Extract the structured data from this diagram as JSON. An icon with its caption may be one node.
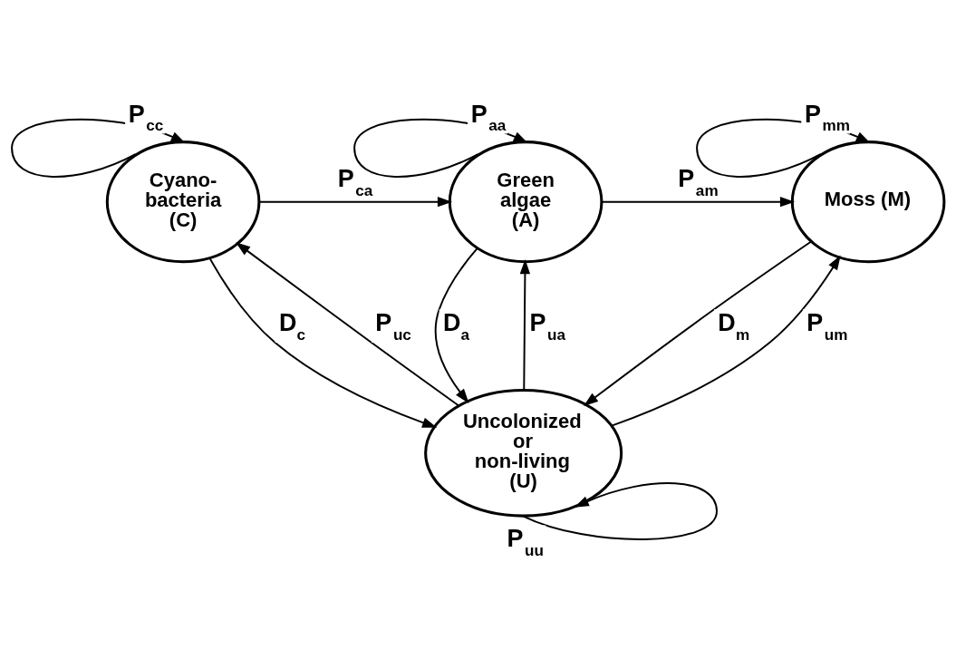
{
  "diagram": {
    "nodes": [
      {
        "text": [
          "Cyano- bacteria (C)"
        ]
      },
      {
        "text": [
          "Green algae (A)"
        ]
      },
      {
        "text": [
          "Moss (M)"
        ]
      },
      {
        "text": [
          "Uncolonized or non-living (U)"
        ]
      }
    ],
    "edges": [
      {
        "from": 0,
        "to": 0,
        "arrow": "to",
        "label": "P$_{cc}$"
      },
      {
        "from": 1,
        "to": 1,
        "arrow": "to",
        "label": "P$_{aa}$"
      },
      {
        "from": 2,
        "to": 2,
        "arrow": "to",
        "label": "P$_{mm}$"
      },
      {
        "from": 0,
        "to": 1,
        "arrow": "to",
        "label": "P$_{ca}$"
      },
      {
        "from": 1,
        "to": 2,
        "arrow": "to",
        "label": "P$_{am}$"
      },
      {
        "from": 3,
        "to": 0,
        "arrow": "to",
        "label": "P$_{uc}$"
      },
      {
        "from": 0,
        "to": 3,
        "arrow": "to",
        "label": "D$_{c}$"
      },
      {
        "from": 1,
        "to": 3,
        "arrow": "to",
        "label": "D$_{a}$"
      },
      {
        "from": 3,
        "to": 1,
        "arrow": "to",
        "label": "P$_{ua}$"
      },
      {
        "from": 2,
        "to": 3,
        "arrow": "to",
        "label": "D$_{m}$"
      },
      {
        "from": 3,
        "to": 2,
        "arrow": "to",
        "label": "P$_{um}$"
      },
      {
        "from": 3,
        "to": 3,
        "arrow": "to",
        "label": "P$_{uu}$"
      }
    ]
  }
}
